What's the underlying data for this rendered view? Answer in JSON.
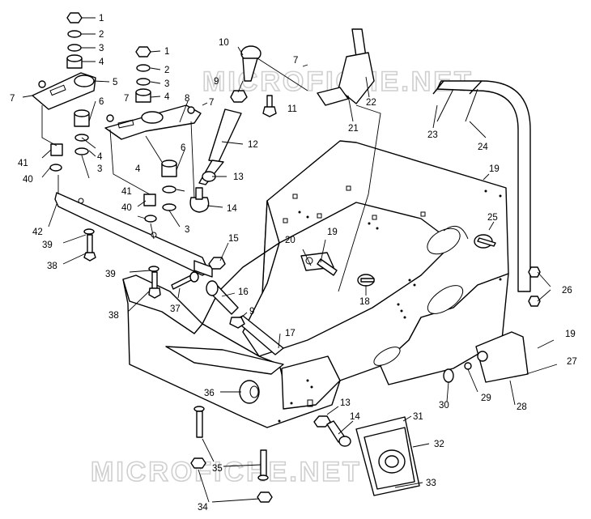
{
  "watermarks": [
    "MICROFICHE.NET",
    "MICROFICHE.NET"
  ],
  "callouts": [
    {
      "id": "c1a",
      "label": "1"
    },
    {
      "id": "c2a",
      "label": "2"
    },
    {
      "id": "c3a",
      "label": "3"
    },
    {
      "id": "c4a",
      "label": "4"
    },
    {
      "id": "c5",
      "label": "5"
    },
    {
      "id": "c7a",
      "label": "7"
    },
    {
      "id": "c1b",
      "label": "1"
    },
    {
      "id": "c2b",
      "label": "2"
    },
    {
      "id": "c3b",
      "label": "3"
    },
    {
      "id": "c4b",
      "label": "4"
    },
    {
      "id": "c6a",
      "label": "6"
    },
    {
      "id": "c7b",
      "label": "7"
    },
    {
      "id": "c8",
      "label": "8"
    },
    {
      "id": "c7c",
      "label": "7"
    },
    {
      "id": "c4c",
      "label": "4"
    },
    {
      "id": "c3c",
      "label": "3"
    },
    {
      "id": "c41a",
      "label": "41"
    },
    {
      "id": "c40a",
      "label": "40"
    },
    {
      "id": "c6b",
      "label": "6"
    },
    {
      "id": "c4d",
      "label": "4"
    },
    {
      "id": "c41b",
      "label": "41"
    },
    {
      "id": "c40b",
      "label": "40"
    },
    {
      "id": "c3d",
      "label": "3"
    },
    {
      "id": "c42",
      "label": "42"
    },
    {
      "id": "c39a",
      "label": "39"
    },
    {
      "id": "c38a",
      "label": "38"
    },
    {
      "id": "c39b",
      "label": "39"
    },
    {
      "id": "c38b",
      "label": "38"
    },
    {
      "id": "c37",
      "label": "37"
    },
    {
      "id": "c10",
      "label": "10"
    },
    {
      "id": "c9a",
      "label": "9"
    },
    {
      "id": "c11",
      "label": "11"
    },
    {
      "id": "c12",
      "label": "12"
    },
    {
      "id": "c13a",
      "label": "13"
    },
    {
      "id": "c14a",
      "label": "14"
    },
    {
      "id": "c15",
      "label": "15"
    },
    {
      "id": "c16",
      "label": "16"
    },
    {
      "id": "c9b",
      "label": "9"
    },
    {
      "id": "c17",
      "label": "17"
    },
    {
      "id": "c7d",
      "label": "7"
    },
    {
      "id": "c22",
      "label": "22"
    },
    {
      "id": "c21",
      "label": "21"
    },
    {
      "id": "c23",
      "label": "23"
    },
    {
      "id": "c24",
      "label": "24"
    },
    {
      "id": "c19a",
      "label": "19"
    },
    {
      "id": "c25",
      "label": "25"
    },
    {
      "id": "c26",
      "label": "26"
    },
    {
      "id": "c20",
      "label": "20"
    },
    {
      "id": "c19b",
      "label": "19"
    },
    {
      "id": "c18",
      "label": "18"
    },
    {
      "id": "c19c",
      "label": "19"
    },
    {
      "id": "c27",
      "label": "27"
    },
    {
      "id": "c28",
      "label": "28"
    },
    {
      "id": "c29",
      "label": "29"
    },
    {
      "id": "c30",
      "label": "30"
    },
    {
      "id": "c36",
      "label": "36"
    },
    {
      "id": "c13b",
      "label": "13"
    },
    {
      "id": "c14b",
      "label": "14"
    },
    {
      "id": "c31",
      "label": "31"
    },
    {
      "id": "c32",
      "label": "32"
    },
    {
      "id": "c33",
      "label": "33"
    },
    {
      "id": "c35",
      "label": "35"
    },
    {
      "id": "c34",
      "label": "34"
    }
  ]
}
